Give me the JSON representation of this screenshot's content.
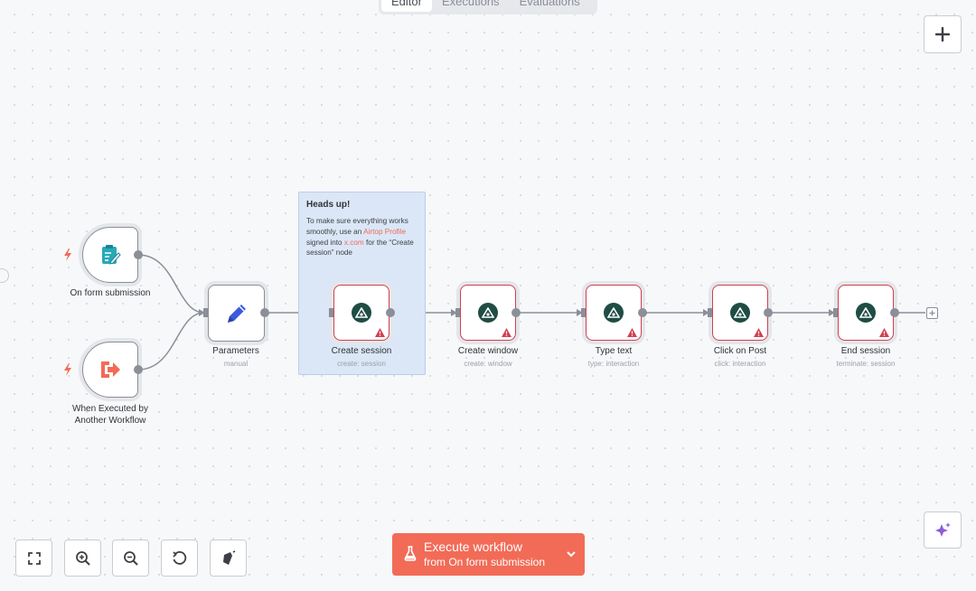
{
  "tabs": [
    {
      "label": "Editor",
      "active": true
    },
    {
      "label": "Executions",
      "active": false
    },
    {
      "label": "Evaluations",
      "active": false
    }
  ],
  "sticky": {
    "title": "Heads up!",
    "text_before": "To make sure everything works smoothly, use an",
    "link1": "Airtop Profile",
    "text_mid": "signed into",
    "link2": "x.com",
    "text_after": "for the “Create session” node"
  },
  "nodes": {
    "form": {
      "label": "On form submission",
      "icon": "form-icon"
    },
    "executed": {
      "label": "When Executed by Another Workflow",
      "icon": "sign-in-icon"
    },
    "parameters": {
      "label": "Parameters",
      "sub": "manual",
      "icon": "pencil-icon"
    },
    "create_session": {
      "label": "Create session",
      "sub": "create: session",
      "icon": "airtop-icon"
    },
    "create_window": {
      "label": "Create window",
      "sub": "create: window",
      "icon": "airtop-icon"
    },
    "type_text": {
      "label": "Type text",
      "sub": "type: interaction",
      "icon": "airtop-icon"
    },
    "click_post": {
      "label": "Click on Post",
      "sub": "click: interaction",
      "icon": "airtop-icon"
    },
    "end_session": {
      "label": "End session",
      "sub": "terminate: session",
      "icon": "airtop-icon"
    }
  },
  "execute": {
    "title": "Execute workflow",
    "subtitle": "from On form submission"
  },
  "colors": {
    "accent": "#f26b57",
    "error": "#d1404e",
    "airtop": "#1f4d45",
    "pencil": "#3b5bdb"
  }
}
